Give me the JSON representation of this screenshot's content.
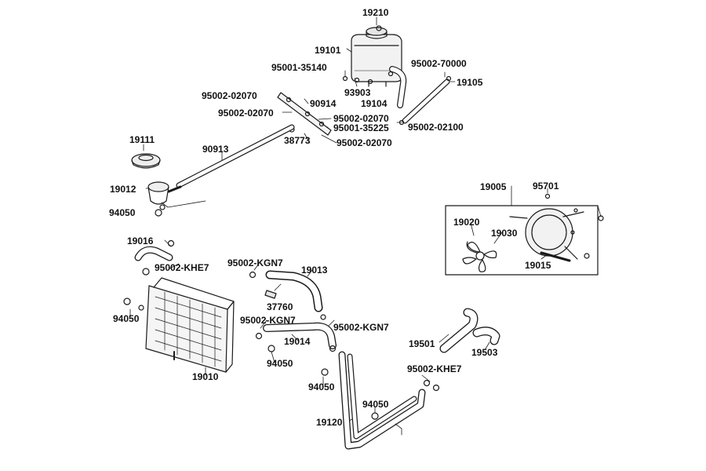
{
  "diagram": {
    "labels": {
      "p19210": "19210",
      "p19101": "19101",
      "p95001_35140": "95001-35140",
      "p95002_70000": "95002-70000",
      "p19105": "19105",
      "p93903": "93903",
      "p95002_02070_a": "95002-02070",
      "p90914": "90914",
      "p19104": "19104",
      "p95002_02070_b": "95002-02070",
      "p95002_02070_c": "95002-02070",
      "p95001_35225": "95001-35225",
      "p95002_02100": "95002-02100",
      "p38773": "38773",
      "p95002_02070_d": "95002-02070",
      "p19111": "19111",
      "p90913": "90913",
      "p19012": "19012",
      "p94050_a": "94050",
      "p19005": "19005",
      "p95701": "95701",
      "p19020": "19020",
      "p19030": "19030",
      "p19015": "19015",
      "p19016": "19016",
      "p95002_khe7_a": "95002-KHE7",
      "p95002_kgn7_a": "95002-KGN7",
      "p19013": "19013",
      "p37760": "37760",
      "p94050_b": "94050",
      "p95002_kgn7_b": "95002-KGN7",
      "p95002_kgn7_c": "95002-KGN7",
      "p19014": "19014",
      "p94050_c": "94050",
      "p19501": "19501",
      "p19503": "19503",
      "p95002_khe7_b": "95002-KHE7",
      "p94050_d": "94050",
      "p19010": "19010",
      "p94050_e": "94050",
      "p19120": "19120"
    }
  }
}
